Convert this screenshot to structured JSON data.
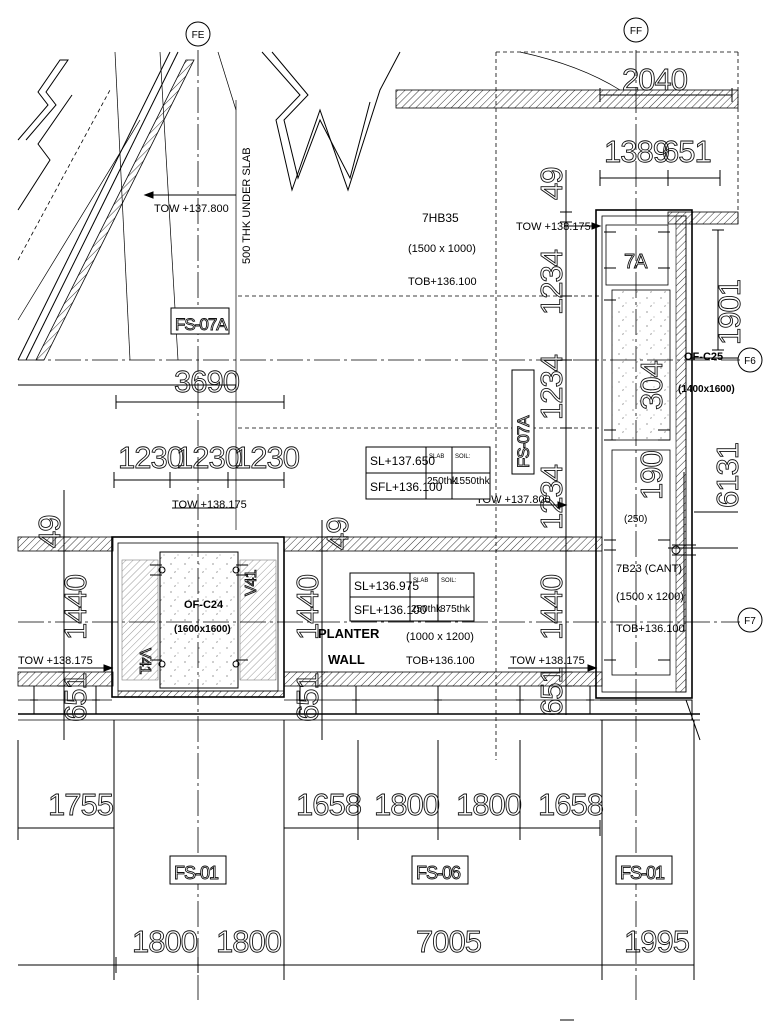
{
  "grid": {
    "fe": "FE",
    "ff": "FF",
    "f6": "F6",
    "f7": "F7"
  },
  "dims_top": {
    "d2040": "2040",
    "d1389": "1389",
    "d651": "651",
    "d3690": "3690",
    "d1230a": "1230",
    "d1230b": "1230",
    "d1230c": "1230"
  },
  "dims_vertical": {
    "v49a": "49",
    "v1234a": "1234",
    "v1234b": "1234",
    "v1234c": "1234",
    "v1440r": "1440",
    "v651r": "651",
    "v49l": "49",
    "v1440l": "1440",
    "v651l": "651",
    "v49m": "49",
    "v1440m": "1440",
    "v651m": "651",
    "v1901": "1901",
    "v304": "304",
    "v190": "190",
    "v6131": "6131"
  },
  "dims_bottom": {
    "d1755": "1755",
    "d1658a": "1658",
    "d1800a": "1800",
    "d1800b": "1800",
    "d1658b": "1658",
    "d1800c": "1800",
    "d1800d": "1800",
    "d7005": "7005",
    "d1995": "1995"
  },
  "tags": {
    "fs07a_left": "FS-07A",
    "fs07a_mid": "FS-07A",
    "fs01_left": "FS-01",
    "fs06": "FS-06",
    "fs01_right": "FS-01"
  },
  "notes": {
    "tow_137800_top": "TOW +137.800",
    "under_slab": "500 THK UNDER SLAB",
    "beam_id": "7HB35",
    "beam_size": "(1500 x 1000)",
    "beam_tob": "TOB+136.100",
    "tow_138175_top": "TOW +138.175",
    "tow_138175_mid": "TOW +138.175",
    "tow_137800_mid": "TOW +137.800",
    "tow_138175_left": "TOW +138.175",
    "tow_138175_right": "TOW +138.175",
    "col24": "OF-C24",
    "col24_size": "(1600x1600)",
    "col25": "OF-C25",
    "col25_size": "(1400x1600)",
    "planter": "PLANTER",
    "wall": "WALL",
    "beam2_size": "(1000 x 1200)",
    "beam2_tob": "TOB+136.100",
    "beam3_id": "7B23 (CANT)",
    "beam3_size": "(1500 x 1200)",
    "beam3_tob": "TOB+136.100",
    "col_tag": "7A",
    "v41a": "V41",
    "v41b": "V41",
    "n250": "(250)"
  },
  "slab_box1": {
    "sl": "SL+137.650",
    "sfl": "SFL+136.100",
    "slab_h": "SLAB",
    "slab_v": "250thk",
    "soil_h": "SOIL:",
    "soil_v": "1550thk"
  },
  "slab_box2": {
    "sl": "SL+136.975",
    "sfl": "SFL+136.100",
    "slab_h": "SLAB",
    "slab_v": "250thk",
    "soil_h": "SOIL:",
    "soil_v": "875thk"
  }
}
